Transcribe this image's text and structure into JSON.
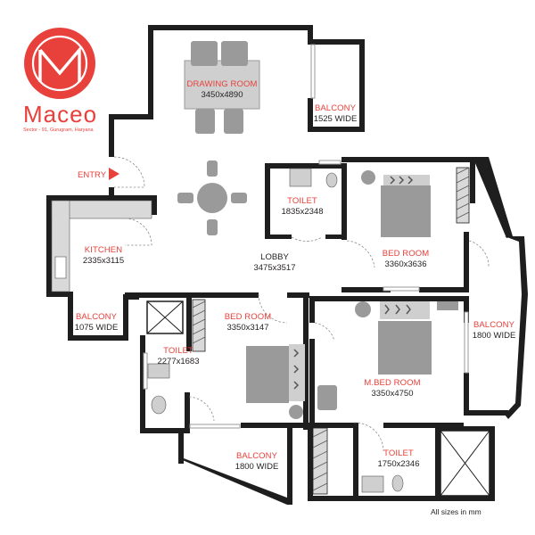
{
  "brand": {
    "name": "Maceo",
    "tagline": "Sector - 91, Gurugram, Haryana",
    "color": "#e8413b"
  },
  "rooms": {
    "drawing_room": {
      "name": "DRAWING ROOM",
      "size": "3450x4890"
    },
    "balcony_top": {
      "name": "BALCONY",
      "size": "1525 WIDE"
    },
    "entry": {
      "label": "ENTRY"
    },
    "kitchen": {
      "name": "KITCHEN",
      "size": "2335x3115"
    },
    "toilet_top": {
      "name": "TOILET",
      "size": "1835x2348"
    },
    "bedroom_top": {
      "name": "BED ROOM",
      "size": "3360x3636"
    },
    "lobby": {
      "name": "LOBBY",
      "size": "3475x3517"
    },
    "balcony_kitchen": {
      "name": "BALCONY",
      "size": "1075 WIDE"
    },
    "bedroom_left": {
      "name": "BED ROOM",
      "size": "3350x3147"
    },
    "toilet_left": {
      "name": "TOILET",
      "size": "2277x1683"
    },
    "master_bedroom": {
      "name": "M.BED ROOM",
      "size": "3350x4750"
    },
    "balcony_right": {
      "name": "BALCONY",
      "size": "1800 WIDE"
    },
    "balcony_bottom": {
      "name": "BALCONY",
      "size": "1800 WIDE"
    },
    "toilet_bottom": {
      "name": "TOILET",
      "size": "1750x2346"
    }
  },
  "footnote": "All sizes in mm",
  "colors": {
    "accent": "#e8413b",
    "wall": "#1e1e1e",
    "furniture": "#9a9a9a"
  }
}
